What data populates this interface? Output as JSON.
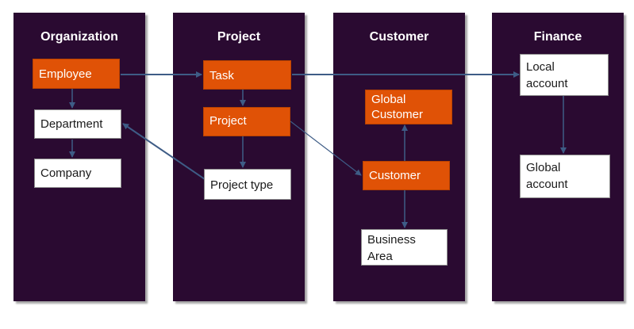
{
  "colors": {
    "panel": "#2a0a31",
    "orange": "#e05206",
    "white": "#ffffff",
    "arrow": "#3e5c86"
  },
  "columns": [
    {
      "title": "Organization"
    },
    {
      "title": "Project"
    },
    {
      "title": "Customer"
    },
    {
      "title": "Finance"
    }
  ],
  "nodes": {
    "employee": "Employee",
    "department": "Department",
    "company": "Company",
    "task": "Task",
    "project": "Project",
    "project_type": "Project type",
    "global_customer": "Global\nCustomer",
    "customer": "Customer",
    "business_area": "Business\nArea",
    "local_account": "Local\naccount",
    "global_account": "Global\naccount"
  }
}
